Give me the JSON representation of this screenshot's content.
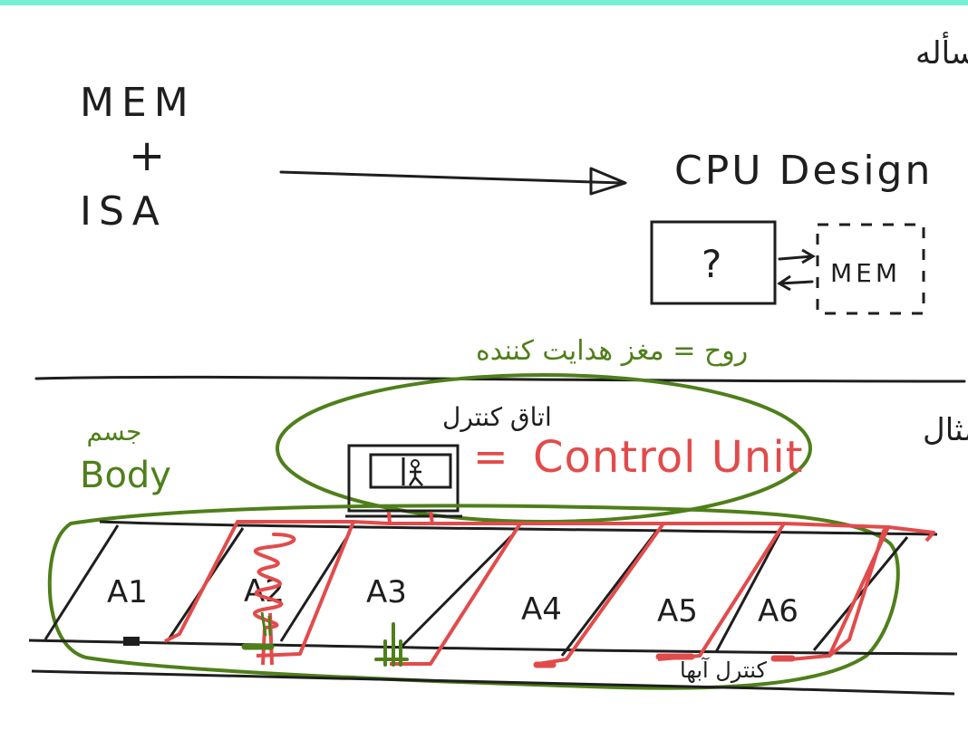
{
  "top_bar_color": "#75f0d2",
  "colors": {
    "ink_black": "#1e1e1e",
    "ink_green": "#4f7f1a",
    "ink_red": "#e24b4b"
  },
  "header": {
    "title_fa": "صورت مسأله",
    "left_stack": {
      "mem": "MEM",
      "plus": "+",
      "isa": "ISA"
    },
    "cpu_design": "CPU Design",
    "question_box": "?",
    "mem_box": "MEM"
  },
  "green_notes": {
    "equation": "روح = مغز هدایت کننده",
    "body_fa": "جسم",
    "body_en": "Body"
  },
  "example": {
    "label_fa": "مثال",
    "control_room_fa": "اتاق کنترل",
    "equals": "=",
    "control_unit": "Control Unit",
    "control_bus_fa": "کنترل آبها"
  },
  "areas": {
    "a1": "A1",
    "a2": "A2",
    "a3": "A3",
    "a4": "A4",
    "a5": "A5",
    "a6": "A6"
  }
}
